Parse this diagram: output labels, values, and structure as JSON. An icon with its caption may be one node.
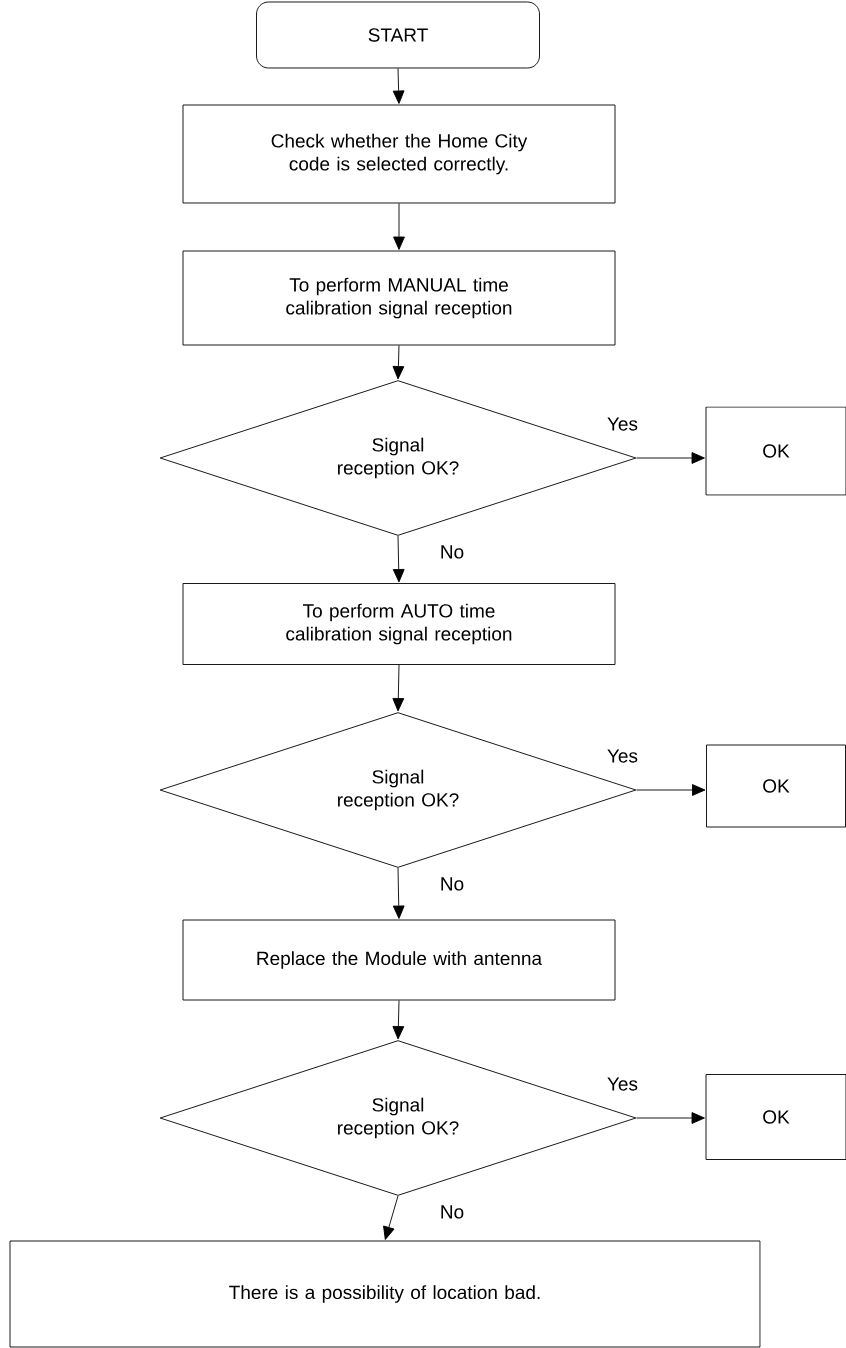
{
  "diagram": {
    "nodes": [
      {
        "text": [
          "START"
        ]
      },
      {
        "text": [
          "Check whether the Home City code is selected correctly."
        ]
      },
      {
        "text": [
          "To perform MANUAL time calibration signal reception"
        ]
      },
      {
        "text": [
          "Signal reception OK?"
        ]
      },
      {
        "text": [
          "OK"
        ]
      },
      {
        "text": [
          "To perform AUTO time calibration signal reception"
        ]
      },
      {
        "text": [
          "Signal reception OK?"
        ]
      },
      {
        "text": [
          "OK"
        ]
      },
      {
        "text": [
          "Replace the Module with antenna"
        ]
      },
      {
        "text": [
          "Signal reception OK?"
        ]
      },
      {
        "text": [
          "OK"
        ]
      },
      {
        "text": [
          "There is a possibility of location bad."
        ]
      }
    ],
    "edges": [
      {
        "from": 0,
        "to": 1,
        "arrow": "to"
      },
      {
        "from": 1,
        "to": 2,
        "arrow": "to"
      },
      {
        "from": 2,
        "to": 3,
        "arrow": "to"
      },
      {
        "from": 3,
        "to": 4,
        "arrow": "to",
        "label": "Yes"
      },
      {
        "from": 3,
        "to": 5,
        "arrow": "to",
        "label": "No"
      },
      {
        "from": 5,
        "to": 6,
        "arrow": "to"
      },
      {
        "from": 6,
        "to": 7,
        "arrow": "to",
        "label": "Yes"
      },
      {
        "from": 6,
        "to": 8,
        "arrow": "to",
        "label": "No"
      },
      {
        "from": 8,
        "to": 9,
        "arrow": "to"
      },
      {
        "from": 9,
        "to": 10,
        "arrow": "to",
        "label": "Yes"
      },
      {
        "from": 9,
        "to": 11,
        "arrow": "to",
        "label": "No"
      }
    ]
  }
}
